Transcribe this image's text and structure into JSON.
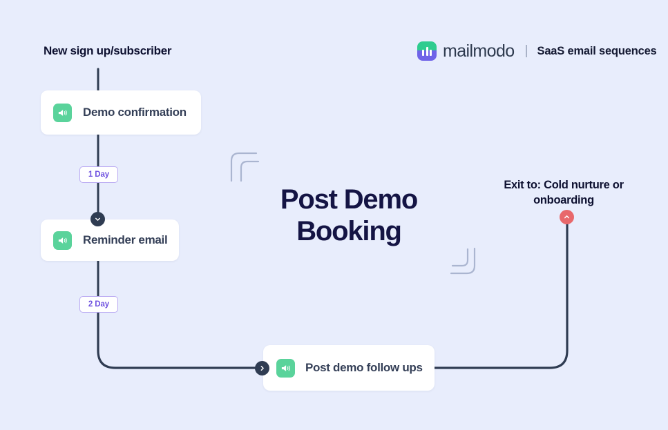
{
  "page": {
    "background_color": "#e8edfc",
    "title": "Post Demo Booking",
    "title_line_1": "Post Demo",
    "title_line_2": "Booking"
  },
  "brand": {
    "logo_icon": "mailmodo-logo-icon",
    "name": "mailmodo",
    "divider": "|",
    "tagline": "SaaS email sequences",
    "logo_gradient_top": "#2ecc8f",
    "logo_gradient_bottom": "#6f63e8"
  },
  "flow": {
    "trigger_label": "New sign up/subscriber",
    "exit_label_line_1": "Exit to: Cold nurture or",
    "exit_label_line_2": "onboarding",
    "exit_label": "Exit to: Cold nurture or onboarding",
    "line_color": "#2f3c52",
    "accent_purple": "#6f52e0",
    "accent_green": "#5ad39b",
    "accent_red": "#e8686b",
    "nodes": [
      {
        "id": "demo-confirmation",
        "label": "Demo confirmation",
        "icon": "megaphone-icon",
        "icon_color": "#5ad39b"
      },
      {
        "id": "reminder-email",
        "label": "Reminder email",
        "icon": "megaphone-icon",
        "icon_color": "#5ad39b"
      },
      {
        "id": "post-demo-follow-ups",
        "label": "Post demo follow ups",
        "icon": "megaphone-icon",
        "icon_color": "#5ad39b"
      }
    ],
    "delays": [
      {
        "id": "delay-1",
        "label": "1 Day"
      },
      {
        "id": "delay-2",
        "label": "2 Day"
      }
    ],
    "handles": [
      {
        "id": "handle-1",
        "icon": "chevron-down-icon",
        "color": "#2f3c52"
      },
      {
        "id": "handle-2",
        "icon": "chevron-right-icon",
        "color": "#2f3c52"
      },
      {
        "id": "handle-3",
        "icon": "chevron-up-icon",
        "color": "#e8686b"
      }
    ]
  },
  "decor": {
    "arc_color": "#aab5d0",
    "arcs": [
      {
        "id": "arc-top-left",
        "orientation": "top-left"
      },
      {
        "id": "arc-bottom-right",
        "orientation": "bottom-right"
      }
    ]
  }
}
